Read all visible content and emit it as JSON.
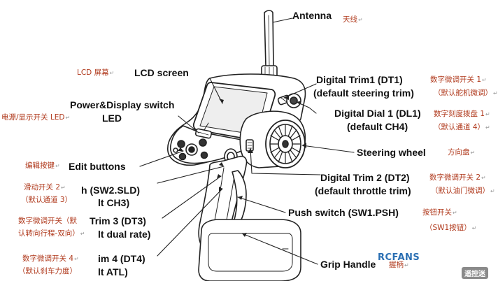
{
  "labels": {
    "antenna": "Antenna",
    "lcd_screen": "LCD screen",
    "power_display_switch": "Power&Display switch",
    "led": "LED",
    "edit_buttons": "Edit buttons",
    "sw2_line1": "h (SW2.SLD)",
    "sw2_line2": "lt CH3)",
    "dt3_line1": "Trim 3 (DT3)",
    "dt3_line2": "lt dual rate)",
    "dt4_line1": "im 4 (DT4)",
    "dt4_line2": "lt ATL)",
    "dt1_line1": "Digital Trim1 (DT1)",
    "dt1_line2": "(default steering trim)",
    "dl1_line1": "Digital Dial 1 (DL1)",
    "dl1_line2": "(default CH4)",
    "steering_wheel": "Steering wheel",
    "dt2_line1": "Digital Trim 2 (DT2)",
    "dt2_line2": "(default throttle trim)",
    "push_switch": "Push switch  (SW1.PSH)",
    "grip_handle": "Grip Handle"
  },
  "cn_labels": {
    "antenna": "天线",
    "lcd": "LCD 屏幕",
    "power": "电源/显示开关 LED",
    "edit": "编辑按键",
    "sw2_line1": "滑动开关 2",
    "sw2_line2": "（默认通道 3）",
    "dt3_line1": "数字微调开关（默",
    "dt3_line2": "认转向行程-双向）",
    "dt4_line1": "数字微调开关 4",
    "dt4_line2": "（默认刹车力度）",
    "dt1_line1": "数字微调开关 1",
    "dt1_line2": "（默认舵机微调）",
    "dl1_line1": "数字刻度拨盘 1",
    "dl1_line2": "（默认通道 4）",
    "steering": "方向盘",
    "dt2_line1": "数字微调开关 2",
    "dt2_line2": "（默认油门微调）",
    "push_line1": "按钮开关",
    "push_line2": "（SW1按钮）",
    "grip": "握柄"
  },
  "watermark": {
    "brand": "RCFANS",
    "tag": "遥控迷"
  },
  "colors": {
    "label_text": "#111111",
    "chinese_text": "#b0391c",
    "line_art": "#222222",
    "watermark_blue": "#2a6fb3"
  }
}
